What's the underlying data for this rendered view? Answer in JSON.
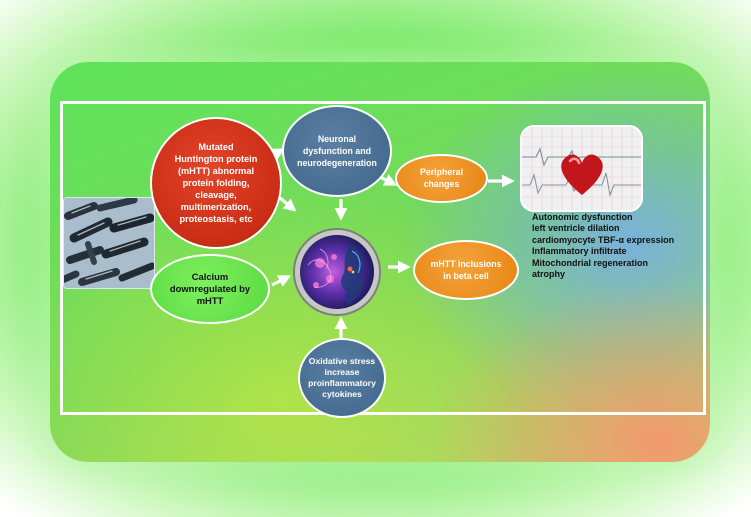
{
  "colors": {
    "cause_node": "#c92d15",
    "neuro_node": "#456a8f",
    "outcome_node": "#e88918",
    "calcium_node": "#5fdc44",
    "frame": "#ffffff"
  },
  "icons": {
    "bacteria": "bacteria-microscopy-icon",
    "brain": "brain-scan-icon",
    "heart": "heart-ecg-icon"
  },
  "nodes": {
    "mutated_protein": "Mutated\nHuntington protein\n(mHTT) abnormal\nprotein folding,\ncleavage,\nmultimerization,\nproteostasis, etc",
    "neuronal": "Neuronal\ndysfunction and\nneurodegeneration",
    "peripheral": "Peripheral\nchanges",
    "calcium": "Calcium\ndownregulated by\nmHTT",
    "inclusions": "mHTT inclusions\nin beta cell",
    "oxidative": "Oxidative stress\nincrease\nproinflammatory\ncytokines"
  },
  "effects": [
    "Autonomic dysfunction",
    "left ventricle dilation",
    "cardiomyocyte TBF-α expression",
    "Inflammatory infiltrate",
    "Mitochondrial regeneration",
    "atrophy"
  ]
}
